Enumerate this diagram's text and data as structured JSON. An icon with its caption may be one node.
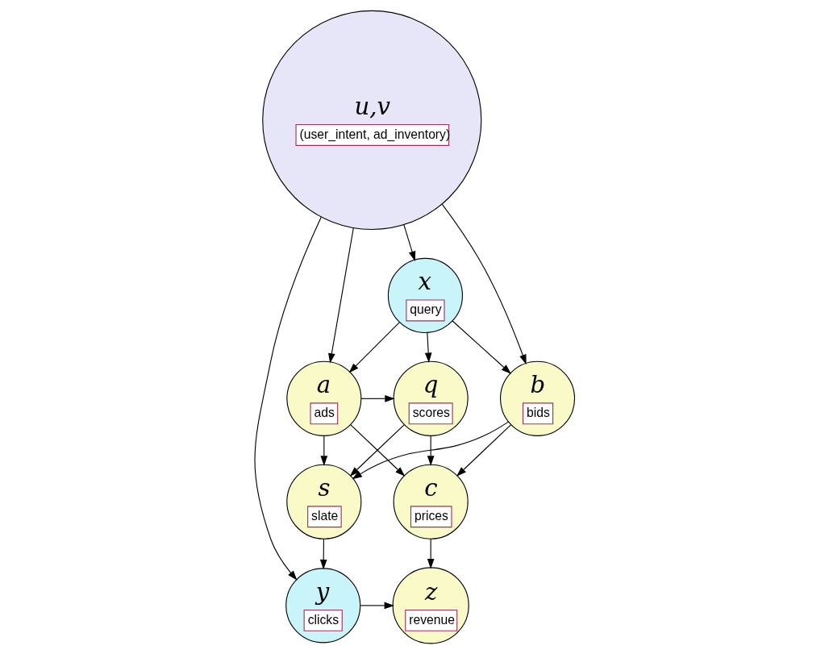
{
  "diagram": {
    "nodes": [
      {
        "text": [
          "u,v",
          "(user_intent, ad_inventory)"
        ]
      },
      {
        "text": [
          "x",
          "query"
        ]
      },
      {
        "text": [
          "q",
          "scores"
        ]
      },
      {
        "text": [
          "a",
          "ads"
        ]
      },
      {
        "text": [
          "b",
          "bids"
        ]
      },
      {
        "text": [
          "s",
          "slate"
        ]
      },
      {
        "text": [
          "c",
          "prices"
        ]
      },
      {
        "text": [
          "y",
          "clicks"
        ]
      },
      {
        "text": [
          "z",
          "revenue"
        ]
      }
    ],
    "edges": [
      {
        "from": 0,
        "to": 1,
        "arrow": "to"
      },
      {
        "from": 0,
        "to": 3,
        "arrow": "to"
      },
      {
        "from": 0,
        "to": 4,
        "arrow": "to"
      },
      {
        "from": 0,
        "to": 7,
        "arrow": "to"
      },
      {
        "from": 1,
        "to": 2,
        "arrow": "to"
      },
      {
        "from": 1,
        "to": 3,
        "arrow": "to"
      },
      {
        "from": 1,
        "to": 4,
        "arrow": "to"
      },
      {
        "from": 3,
        "to": 2,
        "arrow": "to"
      },
      {
        "from": 3,
        "to": 5,
        "arrow": "to"
      },
      {
        "from": 3,
        "to": 6,
        "arrow": "to"
      },
      {
        "from": 4,
        "to": 5,
        "arrow": "to"
      },
      {
        "from": 4,
        "to": 6,
        "arrow": "to"
      },
      {
        "from": 2,
        "to": 5,
        "arrow": "to"
      },
      {
        "from": 2,
        "to": 6,
        "arrow": "to"
      },
      {
        "from": 5,
        "to": 7,
        "arrow": "to"
      },
      {
        "from": 6,
        "to": 8,
        "arrow": "to"
      },
      {
        "from": 7,
        "to": 8,
        "arrow": "to"
      }
    ]
  }
}
